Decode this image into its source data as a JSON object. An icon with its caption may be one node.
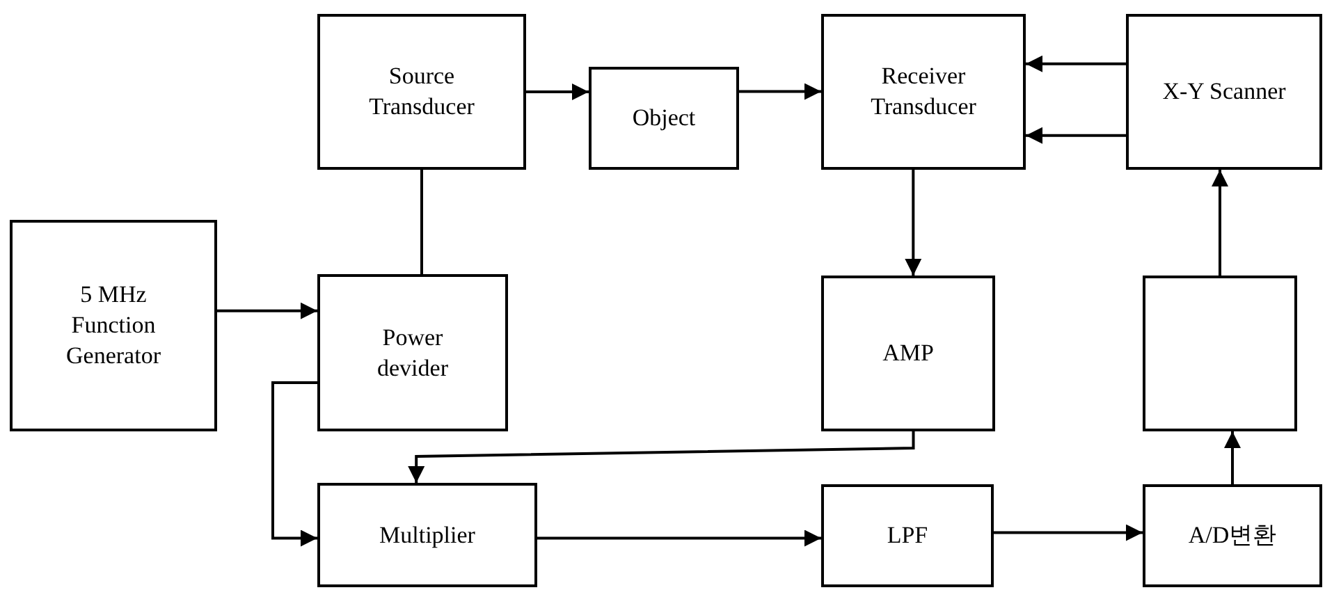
{
  "diagram": {
    "nodes": [
      {
        "text": [
          "Source Transducer"
        ]
      },
      {
        "text": [
          "Object"
        ]
      },
      {
        "text": [
          "Receiver Transducer"
        ]
      },
      {
        "text": [
          "X-Y Scanner"
        ]
      },
      {
        "text": [
          "5 MHz Function Generator"
        ]
      },
      {
        "text": [
          "Power devider"
        ]
      },
      {
        "text": [
          "AMP"
        ]
      },
      {
        "text": [],
        "shape": "box"
      },
      {
        "text": [
          "Multiplier"
        ]
      },
      {
        "text": [
          "LPF"
        ]
      },
      {
        "text": [
          "A/D변환"
        ]
      }
    ],
    "edges": [
      {
        "from": 0,
        "to": 1,
        "arrow": "to"
      },
      {
        "from": 1,
        "to": 2,
        "arrow": "to"
      },
      {
        "from": 3,
        "to": 2,
        "arrow": "to"
      },
      {
        "from": 3,
        "to": 2,
        "arrow": "to"
      },
      {
        "from": 0,
        "to": 5,
        "arrow": "none"
      },
      {
        "from": 4,
        "to": 5,
        "arrow": "to"
      },
      {
        "from": 2,
        "to": 6,
        "arrow": "to"
      },
      {
        "from": 5,
        "to": 8,
        "arrow": "to"
      },
      {
        "from": 6,
        "to": 8,
        "arrow": "to"
      },
      {
        "from": 8,
        "to": 9,
        "arrow": "to"
      },
      {
        "from": 9,
        "to": 10,
        "arrow": "to"
      },
      {
        "from": 10,
        "to": 7,
        "arrow": "to"
      },
      {
        "from": 7,
        "to": 3,
        "arrow": "to"
      }
    ]
  }
}
